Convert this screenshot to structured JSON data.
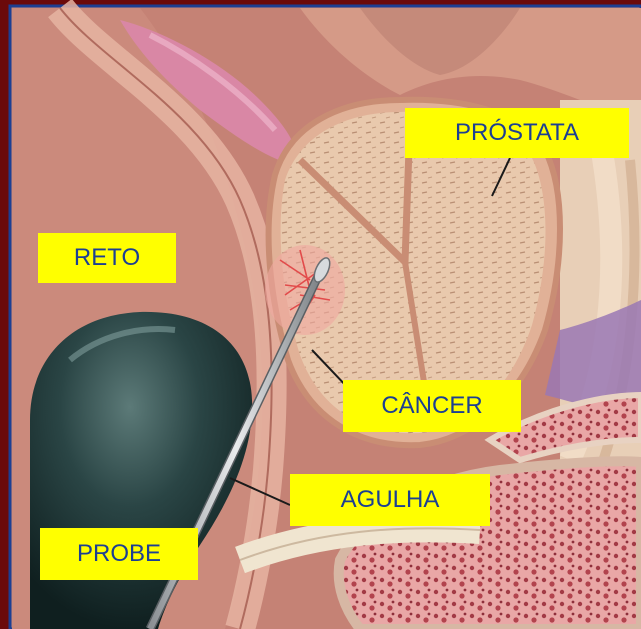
{
  "colors": {
    "frame_border": "#6b0a0a",
    "frame_inner": "#1c3f93",
    "label_background": "#ffff00",
    "label_text": "#1c3f93",
    "background_tissue": "#c98578",
    "prostate": "#e7c5a9",
    "probe": "#1e3535",
    "cancer": "#e24b4b"
  },
  "labels": {
    "prostata": "PRÓSTATA",
    "reto": "RETO",
    "cancer": "CÂNCER",
    "agulha": "AGULHA",
    "probe": "PROBE"
  }
}
